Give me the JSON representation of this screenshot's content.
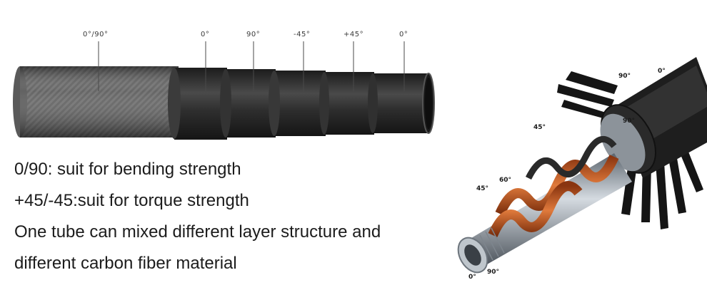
{
  "tube_labels": [
    "0°/90°",
    "0°",
    "90°",
    "-45°",
    "+45°",
    "0°"
  ],
  "description_lines": [
    "0/90: suit for bending strength",
    "+45/-45:suit for torque strength",
    "One tube can mixed different layer structure and",
    "different carbon fiber material"
  ],
  "exploded_labels": {
    "top_90": "90°",
    "top_0": "0°",
    "inner_90": "90°",
    "mid_45": "45°",
    "left_45": "45°",
    "left_60": "60°",
    "bottom_0": "0°",
    "bottom_90": "90°"
  },
  "colors": {
    "carbon_dark": "#2b2b2b",
    "weave_grey": "#5a5a5a",
    "copper": "#c45a23",
    "steel": "#9aa3ad"
  }
}
